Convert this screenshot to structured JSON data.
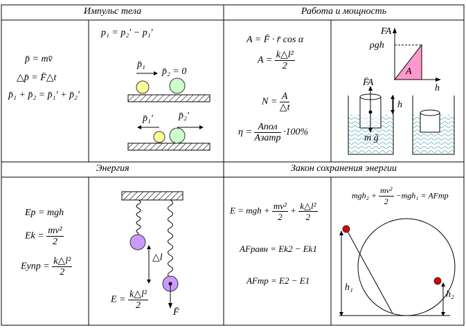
{
  "headers": {
    "impulse": "Импульс тела",
    "work": "Работа и мощность",
    "energy": "Энергия",
    "conservation": "Закон сохранения энергии"
  },
  "impulse": {
    "f1": "p̄ = mv̄",
    "f2": "△p̄ = F̄△t",
    "f3": "p̄₁ + p̄₂ = p̄₁′ + p̄₂′",
    "f4": "p₁ = p₂′ − p₁′",
    "lbl_p1": "p̄₁",
    "lbl_p2": "p̄₂ = 0",
    "lbl_p1p": "p̄₁′",
    "lbl_p2p": "p̄₂′"
  },
  "work": {
    "f1": "A = F̄ · r̄ cos α",
    "f2_lhs": "A =",
    "f2_num": "k△l²",
    "f2_den": "2",
    "f3_lhs": "N =",
    "f3_num": "A",
    "f3_den": "△t",
    "f4_lhs": "η =",
    "f4_num": "Aпол",
    "f4_den": "Aзатр",
    "f4_tail": "·100%",
    "graph_y": "FA",
    "graph_rho": "ρgh",
    "graph_x": "h",
    "graph_area": "A",
    "lbl_fa": "F̄A",
    "lbl_h": "h",
    "lbl_mg": "m ḡ"
  },
  "energy": {
    "ep": "Ep = mgh",
    "ek_lhs": "Ek =",
    "ek_num": "mv²",
    "ek_den": "2",
    "eupr_lhs": "Eупр =",
    "eupr_num": "k△l²",
    "eupr_den": "2",
    "lbl_dl": "△l",
    "e_lhs": "E =",
    "e_num": "k△l²",
    "e_den": "2",
    "lbl_f": "F̄"
  },
  "conservation": {
    "e_full_a": "E = mgh +",
    "e_full_n1": "mv²",
    "e_full_d1": "2",
    "e_full_plus": "+",
    "e_full_n2": "k△l²",
    "e_full_d2": "2",
    "a_fres": "AFравн = Ek2 − Ek1",
    "a_ftr": "AFтр = E2 − E1",
    "top_a": "mgh₂ +",
    "top_n": "mv²",
    "top_d": "2",
    "top_b": "−mgh₁ = AFтр",
    "lbl_h1": "h₁",
    "lbl_h2": "h₂"
  }
}
